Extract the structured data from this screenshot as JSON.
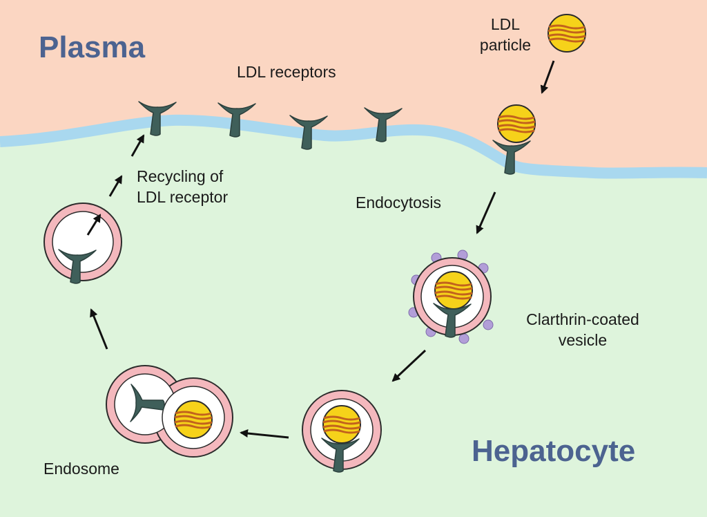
{
  "regions": {
    "plasma": "Plasma",
    "hepatocyte": "Hepatocyte"
  },
  "labels": {
    "ldl_receptors": "LDL receptors",
    "ldl_particle_line1": "LDL",
    "ldl_particle_line2": "particle",
    "recycling_line1": "Recycling of",
    "recycling_line2": "LDL receptor",
    "endocytosis": "Endocytosis",
    "coated_vesicle_line1": "Clarthrin-coated",
    "coated_vesicle_line2": "vesicle",
    "endosome": "Endosome"
  },
  "colors": {
    "plasma_bg": "#fbd6c2",
    "cell_bg": "#def4dc",
    "membrane": "#a9d8ef",
    "receptor": "#3f5f5a",
    "ldl_fill": "#f6d21a",
    "ldl_band": "#c2621d",
    "vesicle_ring": "#f4b8bd",
    "clathrin": "#b29ed8",
    "region_text": "#4c6390"
  },
  "icons": [
    "ldl-particle-icon",
    "ldl-receptor-icon",
    "arrow-icon",
    "clathrin-coat-icon"
  ]
}
